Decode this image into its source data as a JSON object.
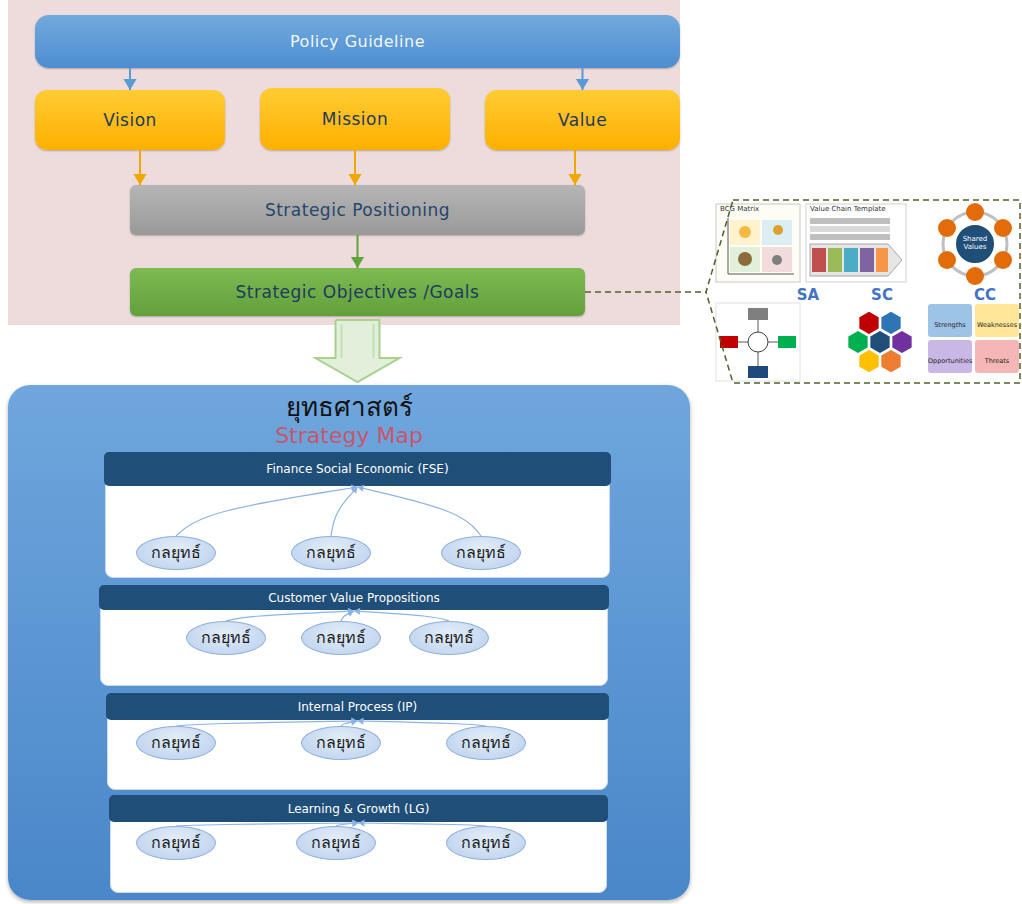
{
  "diagram": {
    "nodes": [
      {
        "text": [
          "Policy Guideline"
        ]
      },
      {
        "text": [
          "Vision"
        ]
      },
      {
        "text": [
          "Mission"
        ]
      },
      {
        "text": [
          "Value"
        ]
      },
      {
        "text": [
          "Strategic Positioning"
        ]
      },
      {
        "text": [
          "Strategic Objectives /Goals"
        ]
      },
      {
        "text": [
          "SA",
          "SC",
          "CC"
        ]
      },
      {
        "text": [
          "ยุทธศาสตร์",
          "Strategy Map"
        ]
      },
      {
        "text": [
          "Finance Social Economic (FSE)"
        ],
        "in": 7
      },
      {
        "text": [
          "กลยุทธ์"
        ],
        "in": 8
      },
      {
        "text": [
          "กลยุทธ์"
        ],
        "in": 8
      },
      {
        "text": [
          "กลยุทธ์"
        ],
        "in": 8
      },
      {
        "text": [
          "Customer Value Propositions"
        ],
        "in": 7
      },
      {
        "text": [
          "กลยุทธ์"
        ],
        "in": 12
      },
      {
        "text": [
          "กลยุทธ์"
        ],
        "in": 12
      },
      {
        "text": [
          "กลยุทธ์"
        ],
        "in": 12
      },
      {
        "text": [
          "Internal Process (IP)"
        ],
        "in": 7
      },
      {
        "text": [
          "กลยุทธ์"
        ],
        "in": 16
      },
      {
        "text": [
          "กลยุทธ์"
        ],
        "in": 16
      },
      {
        "text": [
          "กลยุทธ์"
        ],
        "in": 16
      },
      {
        "text": [
          "Learning & Growth (LG)"
        ],
        "in": 7
      },
      {
        "text": [
          "กลยุทธ์"
        ],
        "in": 20
      },
      {
        "text": [
          "กลยุทธ์"
        ],
        "in": 20
      },
      {
        "text": [
          "กลยุทธ์"
        ],
        "in": 20
      }
    ],
    "edges": [
      {
        "from": 0,
        "to": 1,
        "arrow": "to"
      },
      {
        "from": 0,
        "to": 3,
        "arrow": "to"
      },
      {
        "from": 1,
        "to": 4,
        "arrow": "to"
      },
      {
        "from": 2,
        "to": 4,
        "arrow": "to"
      },
      {
        "from": 3,
        "to": 4,
        "arrow": "to"
      },
      {
        "from": 4,
        "to": 5,
        "arrow": "to"
      },
      {
        "from": 5,
        "to": 6,
        "arrow": "none"
      },
      {
        "from": 5,
        "to": 7,
        "arrow": "to"
      },
      {
        "from": 9,
        "to": 8,
        "arrow": "to"
      },
      {
        "from": 10,
        "to": 8,
        "arrow": "to"
      },
      {
        "from": 11,
        "to": 8,
        "arrow": "to"
      },
      {
        "from": 13,
        "to": 12,
        "arrow": "to"
      },
      {
        "from": 14,
        "to": 12,
        "arrow": "to"
      },
      {
        "from": 15,
        "to": 12,
        "arrow": "to"
      },
      {
        "from": 17,
        "to": 16,
        "arrow": "to"
      },
      {
        "from": 18,
        "to": 16,
        "arrow": "to"
      },
      {
        "from": 19,
        "to": 16,
        "arrow": "to"
      },
      {
        "from": 21,
        "to": 20,
        "arrow": "to"
      },
      {
        "from": 22,
        "to": 20,
        "arrow": "to"
      },
      {
        "from": 23,
        "to": 20,
        "arrow": "to"
      }
    ],
    "labels": [
      "BCG Matrix",
      "Value Chain Template",
      "Shared Values",
      "Strengths",
      "Weaknesses",
      "Opportunities",
      "Threats"
    ]
  }
}
